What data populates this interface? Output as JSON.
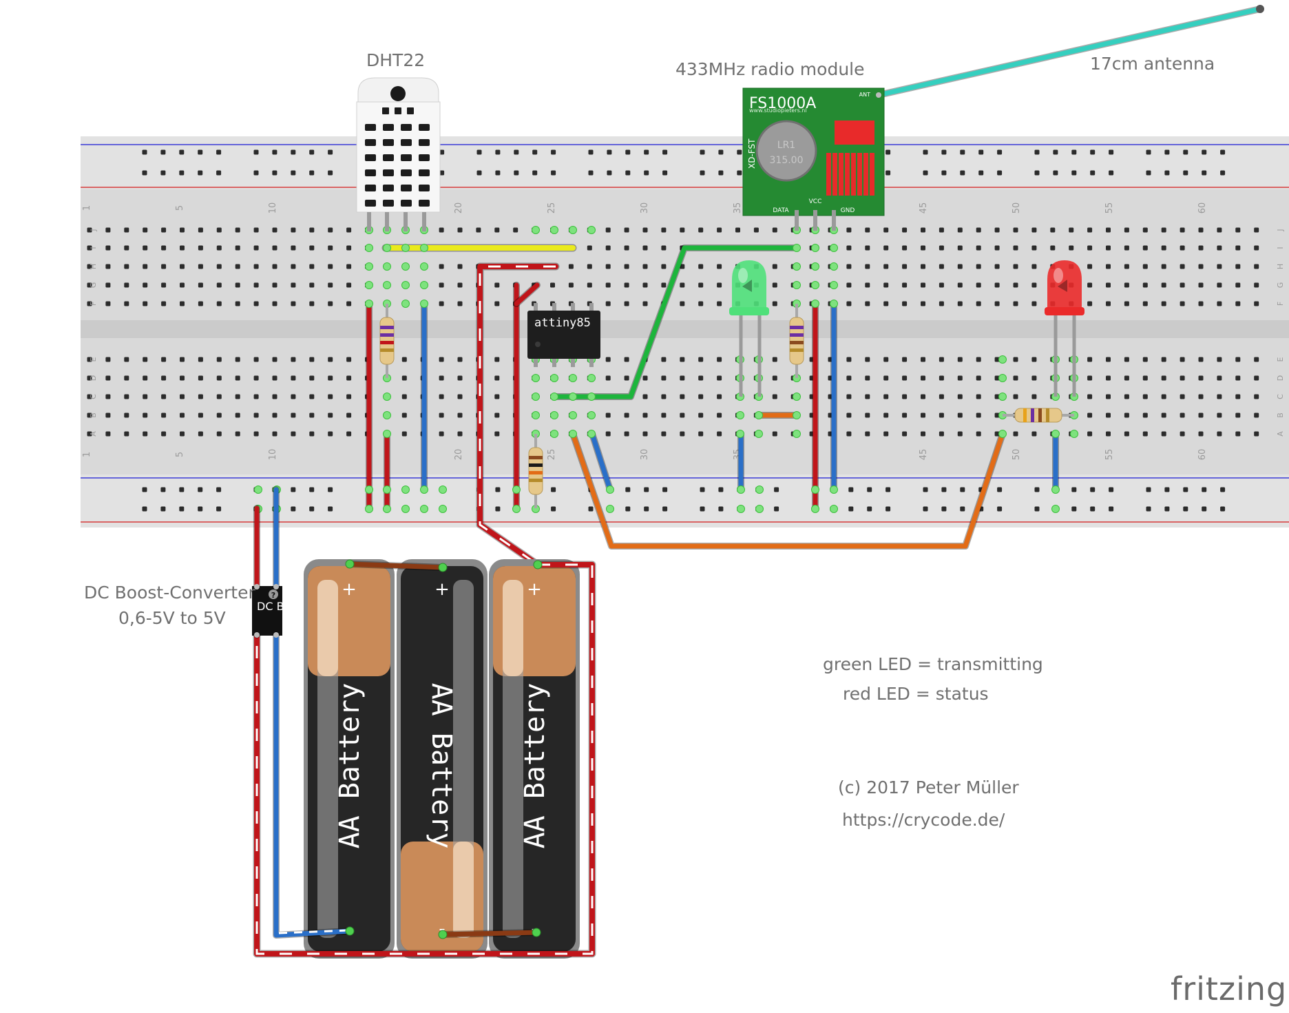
{
  "labels": {
    "dht22": "DHT22",
    "radio_module": "433MHz radio module",
    "antenna": "17cm antenna",
    "boost_line1": "DC Boost-Converter",
    "boost_line2": "0,6-5V to 5V",
    "legend_green": "green LED = transmitting",
    "legend_red": "red LED = status",
    "copyright": "(c) 2017 Peter Müller",
    "url": "https://crycode.de/",
    "brand": "fritzing"
  },
  "breadboard": {
    "top_row_letters": [
      "J",
      "I",
      "H",
      "G",
      "F"
    ],
    "bottom_row_letters": [
      "E",
      "D",
      "C",
      "B",
      "A"
    ],
    "column_numbers": [
      "1",
      "5",
      "10",
      "20",
      "25",
      "30",
      "35",
      "45",
      "50",
      "55",
      "60"
    ]
  },
  "components": {
    "attiny_label": "attiny85",
    "rf_title": "FS1000A",
    "rf_url": "www.studiopieters.nl",
    "rf_side": "XD-FST",
    "rf_crystal_1": "LR1",
    "rf_crystal_2": "315.00",
    "rf_ant": "ANT",
    "rf_data": "DATA",
    "rf_vcc": "VCC",
    "rf_gnd": "GND",
    "boost_label": "DC B",
    "boost_help": "?",
    "battery_text": "AA Battery",
    "plus": "+",
    "minus": "-"
  },
  "colors": {
    "board": "#d9d9d9",
    "rail": "#e2e2e2",
    "hole": "#2b2b2b",
    "wire_red": "#c0151a",
    "wire_blue": "#2a6fc8",
    "wire_yellow": "#eaea1c",
    "wire_green": "#1db53c",
    "wire_orange": "#e26c17",
    "wire_teal": "#35cfbf",
    "rf_green": "#258a32",
    "label_gray": "#6f6f6f"
  }
}
